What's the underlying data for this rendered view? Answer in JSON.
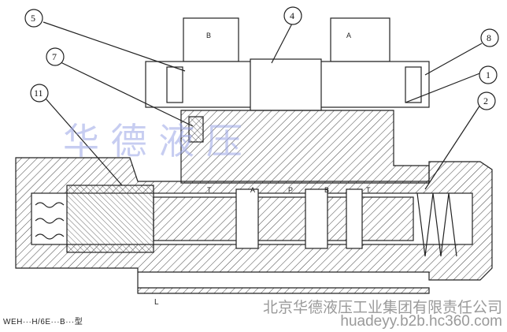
{
  "callouts": [
    "5",
    "4",
    "8",
    "7",
    "1",
    "11",
    "2"
  ],
  "solenoid_labels": {
    "left": "B",
    "right": "A"
  },
  "ports": [
    "T",
    "A",
    "P",
    "B",
    "T"
  ],
  "port_bottom": "L",
  "model": "WEH···H/6E···B···型",
  "company": "北京华德液压工业集团有限责任公司",
  "website": "huadeyy.b2b.hc360.com",
  "watermark": "华德液压",
  "colors": {
    "line": "#222222",
    "hatch": "#444444",
    "watermark": "#9aa6e6",
    "footer": "#9a9a9a"
  }
}
